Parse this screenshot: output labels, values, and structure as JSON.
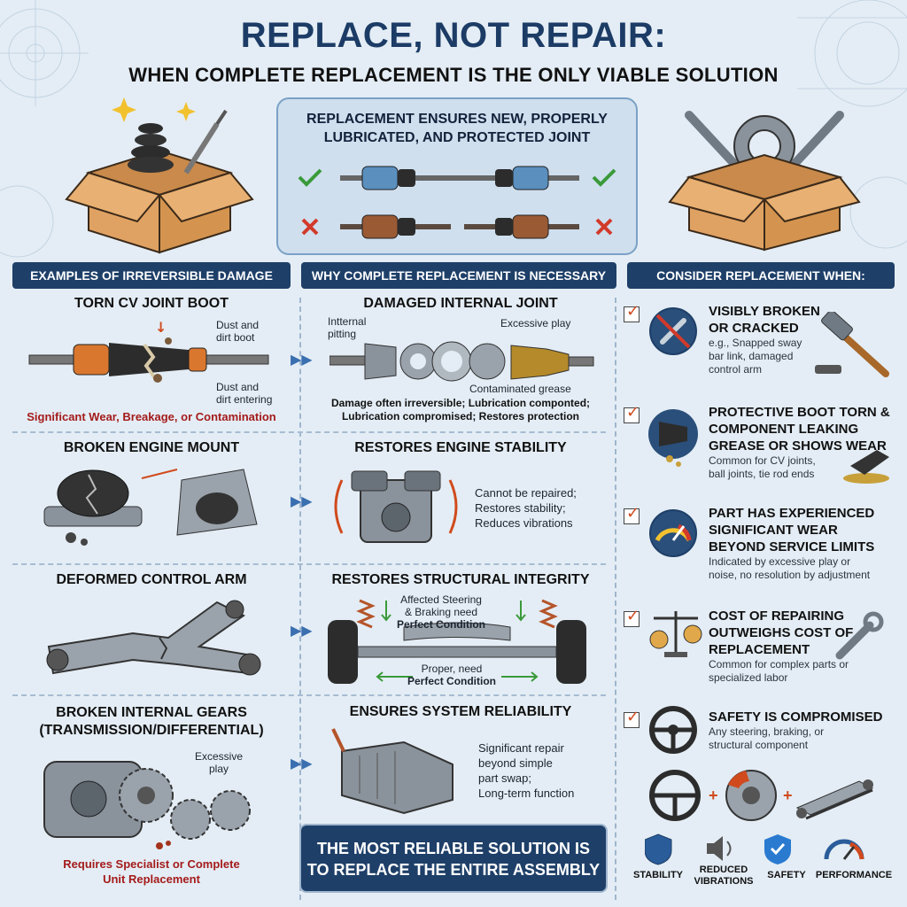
{
  "header": {
    "title": "REPLACE, NOT REPAIR:",
    "subtitle": "WHEN COMPLETE REPLACEMENT IS THE ONLY VIABLE SOLUTION"
  },
  "center_panel": {
    "heading_line1": "REPLACEMENT ENSURES NEW, PROPERLY",
    "heading_line2": "LUBRICATED, AND PROTECTED JOINT"
  },
  "ribbons": {
    "left": "EXAMPLES OF IRREVERSIBLE DAMAGE",
    "middle": "WHY COMPLETE REPLACEMENT IS NECESSARY",
    "right": "CONSIDER REPLACEMENT WHEN:"
  },
  "left_column": {
    "cv": {
      "heading": "TORN CV JOINT BOOT",
      "label1_line1": "Dust and",
      "label1_line2": "dirt boot",
      "label2_line1": "Dust and",
      "label2_line2": "dirt entering",
      "caption": "Significant Wear, Breakage, or Contamination"
    },
    "mount": {
      "heading": "BROKEN ENGINE MOUNT"
    },
    "arm": {
      "heading": "DEFORMED CONTROL ARM"
    },
    "gears": {
      "heading_line1": "BROKEN INTERNAL GEARS",
      "heading_line2": "(TRANSMISSION/DIFFERENTIAL)",
      "label_line1": "Excessive",
      "label_line2": "play",
      "caption_line1": "Requires Specialist or Complete",
      "caption_line2": "Unit Replacement"
    }
  },
  "middle_column": {
    "joint": {
      "heading": "DAMAGED INTERNAL JOINT",
      "label_pitting_line1": "Intternal",
      "label_pitting_line2": "pitting",
      "label_play": "Excessive play",
      "label_grease": "Contaminated grease",
      "note_line1": "Damage often irreversible; Lubrication componted;",
      "note_line2": "Lubrication compromised; Restores protection"
    },
    "engine": {
      "heading": "RESTORES ENGINE STABILITY",
      "text_line1": "Cannot be repaired;",
      "text_line2": "Restores stability;",
      "text_line3": "Reduces vibrations"
    },
    "structural": {
      "heading": "RESTORES STRUCTURAL INTEGRITY",
      "label_top_line1": "Affected Steering",
      "label_top_line2": "& Braking need",
      "label_top_line3": "Perfect Condition",
      "label_bottom_line1": "Proper, need",
      "label_bottom_line2": "Perfect Condition"
    },
    "reliability": {
      "heading": "ENSURES SYSTEM RELIABILITY",
      "text_line1": "Significant repair",
      "text_line2": "beyond simple",
      "text_line3": "part swap;",
      "text_line4": "Long-term function"
    },
    "bottom_box_line1": "THE MOST RELIABLE SOLUTION IS",
    "bottom_box_line2": "TO REPLACE THE ENTIRE ASSEMBLY"
  },
  "right_column": {
    "items": [
      {
        "h1": "VISIBLY BROKEN",
        "h2": "OR CRACKED",
        "h3": "",
        "s1": "e.g., Snapped sway",
        "s2": "bar link, damaged",
        "s3": "control arm"
      },
      {
        "h1": "PROTECTIVE BOOT TORN &",
        "h2": "COMPONENT LEAKING",
        "h3": "GREASE OR SHOWS WEAR",
        "s1": "Common for CV joints,",
        "s2": "ball joints, tie rod ends",
        "s3": ""
      },
      {
        "h1": "PART HAS EXPERIENCED",
        "h2": "SIGNIFICANT WEAR",
        "h3": "BEYOND SERVICE LIMITS",
        "s1": "Indicated by excessive play or",
        "s2": "noise, no resolution by adjustment",
        "s3": ""
      },
      {
        "h1": "COST OF REPAIRING",
        "h2": "OUTWEIGHS COST OF",
        "h3": "REPLACEMENT",
        "s1": "Common for complex parts or",
        "s2": "specialized labor",
        "s3": ""
      },
      {
        "h1": "SAFETY IS COMPROMISED",
        "h2": "",
        "h3": "",
        "s1": "Any steering, braking, or",
        "s2": "structural component",
        "s3": ""
      }
    ],
    "benefits": {
      "stability": "STABILITY",
      "reduced_line1": "REDUCED",
      "reduced_line2": "VIBRATIONS",
      "safety": "SAFETY",
      "performance": "PERFORMANCE"
    }
  },
  "colors": {
    "navy": "#1e3f68",
    "title_blue": "#1c3c66",
    "caption_red": "#a41b1b",
    "check_orange": "#d04a1d",
    "background": "#e4edf5"
  }
}
